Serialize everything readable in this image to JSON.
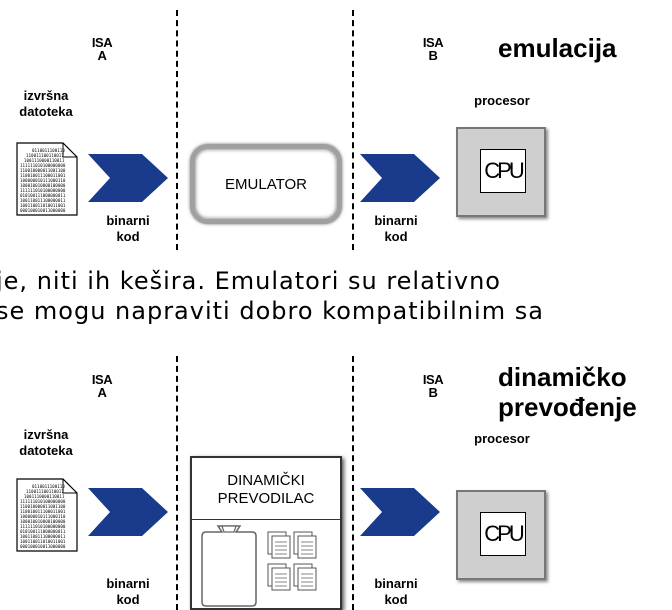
{
  "top": {
    "title": "emulacija",
    "isa_a": "ISA A",
    "isa_b": "ISA B",
    "exe_label_1": "izvršna",
    "exe_label_2": "datoteka",
    "processor_label": "procesor",
    "binary_label_1": "binarni",
    "binary_label_2": "kod",
    "emulator_label": "EMULATOR",
    "cpu_label": "CPU"
  },
  "paragraph": {
    "line1": "je, niti ih kešira. Emulatori su relativno",
    "line2": " se mogu napraviti dobro kompatibilnim sa"
  },
  "bottom": {
    "title_1": "dinamičko",
    "title_2": "prevođenje",
    "isa_a": "ISA A",
    "isa_b": "ISA B",
    "exe_label_1": "izvršna",
    "exe_label_2": "datoteka",
    "processor_label": "procesor",
    "binary_label_1": "binarni",
    "binary_label_2": "kod",
    "translator_label_1": "DINAMIČKI",
    "translator_label_2": "PREVODILAC",
    "cpu_label": "CPU"
  },
  "colors": {
    "arrow": "#1a3b8c",
    "cpu_box": "#cfcfcf"
  }
}
